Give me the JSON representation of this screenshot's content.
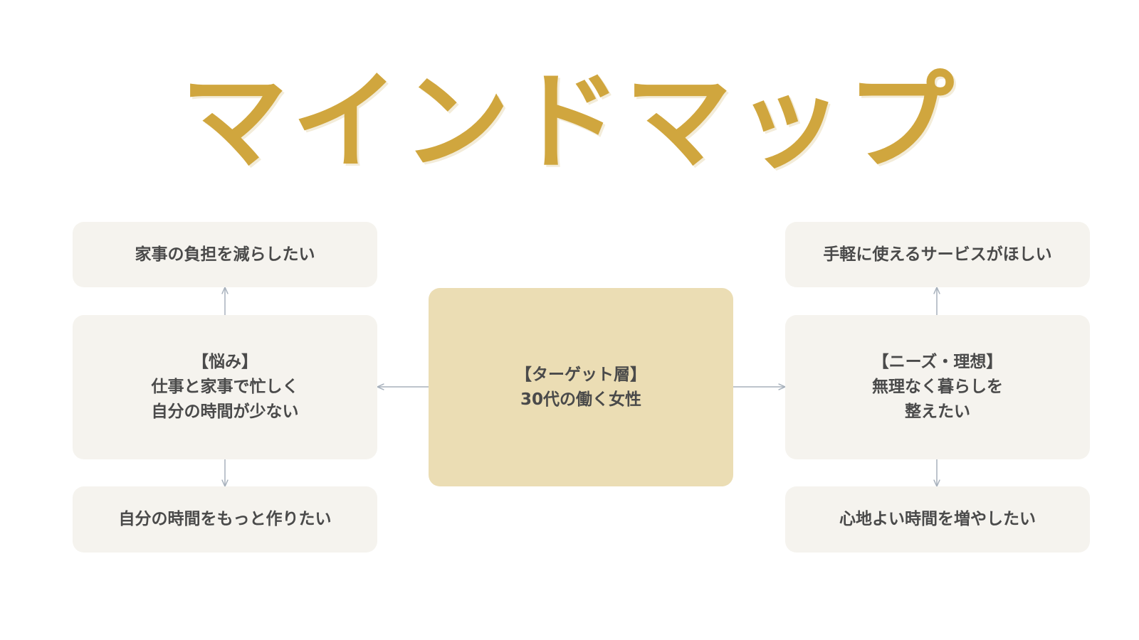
{
  "title": "マインドマップ",
  "colors": {
    "title": "#D0A63E",
    "center_fill": "#EBDDB4",
    "node_fill": "#F5F3EE",
    "text": "#4A4A4A",
    "connector": "#A7B1BC"
  },
  "center": {
    "heading": "【ターゲット層】",
    "text": "30代の働く女性"
  },
  "left_branch": {
    "main": {
      "heading": "【悩み】",
      "line1": "仕事と家事で忙しく",
      "line2": "自分の時間が少ない"
    },
    "top": "家事の負担を減らしたい",
    "bottom": "自分の時間をもっと作りたい"
  },
  "right_branch": {
    "main": {
      "heading": "【ニーズ・理想】",
      "line1": "無理なく暮らしを",
      "line2": "整えたい"
    },
    "top": "手軽に使えるサービスがほしい",
    "bottom": "心地よい時間を増やしたい"
  }
}
